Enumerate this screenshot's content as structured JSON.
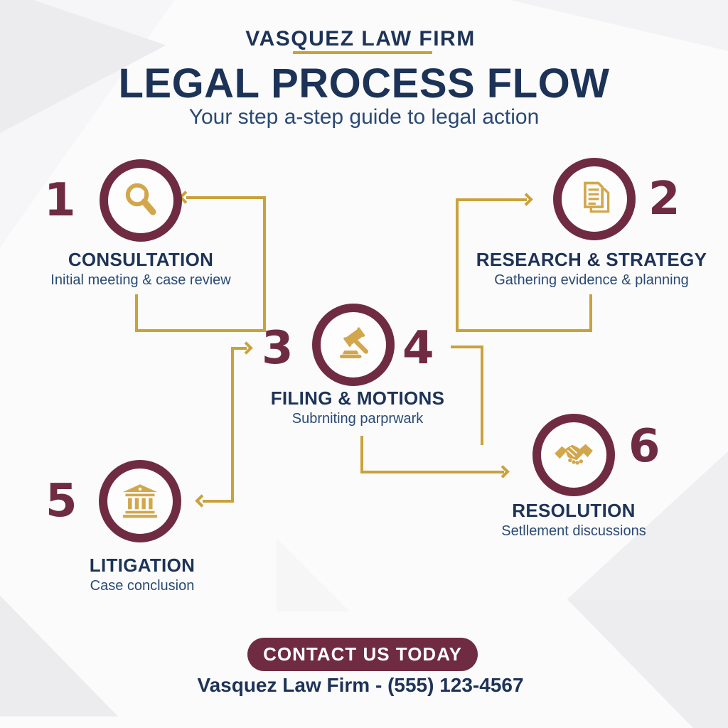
{
  "header": {
    "brand": "VASQUEZ LAW FIRM",
    "title": "LEGAL PROCESS FLOW",
    "subtitle": "Your step a-step guide to legal action"
  },
  "steps": [
    {
      "number": "1",
      "icon": "magnifier-icon",
      "title": "CONSULTATION",
      "description": "Initial meeting & case review"
    },
    {
      "number": "2",
      "icon": "documents-icon",
      "title": "RESEARCH & STRATEGY",
      "description": "Gathering evidence & planning"
    },
    {
      "number_left": "3",
      "number_right": "4",
      "icon": "gavel-icon",
      "title": "FILING & MOTIONS",
      "description": "Subrniting parprwark"
    },
    {
      "number": "5",
      "icon": "courthouse-icon",
      "title": "LITIGATION",
      "description": "Case conclusion"
    },
    {
      "number": "6",
      "icon": "handshake-icon",
      "title": "RESOLUTION",
      "description": "Setllement discussions"
    }
  ],
  "footer": {
    "cta_label": "CONTACT US TODAY",
    "contact": "Vasquez Law Firm - (555) 123-4567"
  },
  "colors": {
    "maroon": "#6F2B42",
    "gold": "#C9A23C",
    "gold-icon": "#D2A74C",
    "navy": "#1D3357",
    "navy-soft": "#2A4A73"
  }
}
